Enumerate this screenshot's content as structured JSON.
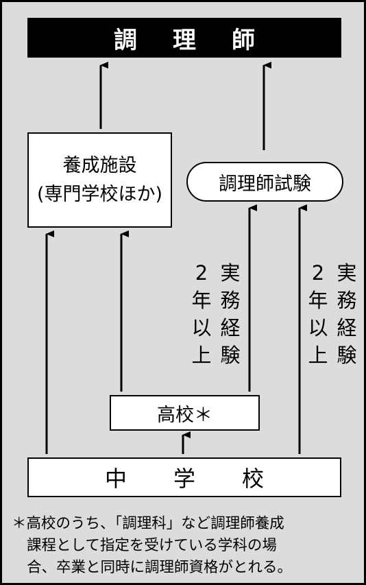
{
  "title": "調理師",
  "school_box": {
    "line1": "養成施設",
    "line2": "(専門学校ほか)"
  },
  "exam_box": "調理師試験",
  "high_school_box": "高校＊",
  "middle_school_box": "中学校",
  "path_mid": {
    "years": "2年以上",
    "experience": "実務経験"
  },
  "path_right": {
    "years": "2年以上",
    "experience": "実務経験"
  },
  "footnote": {
    "line1": "＊高校のうち、「調理科」など調理師養成",
    "line2": "課程として指定を受けている学科の場",
    "line3": "合、卒業と同時に調理師資格がとれる。"
  }
}
